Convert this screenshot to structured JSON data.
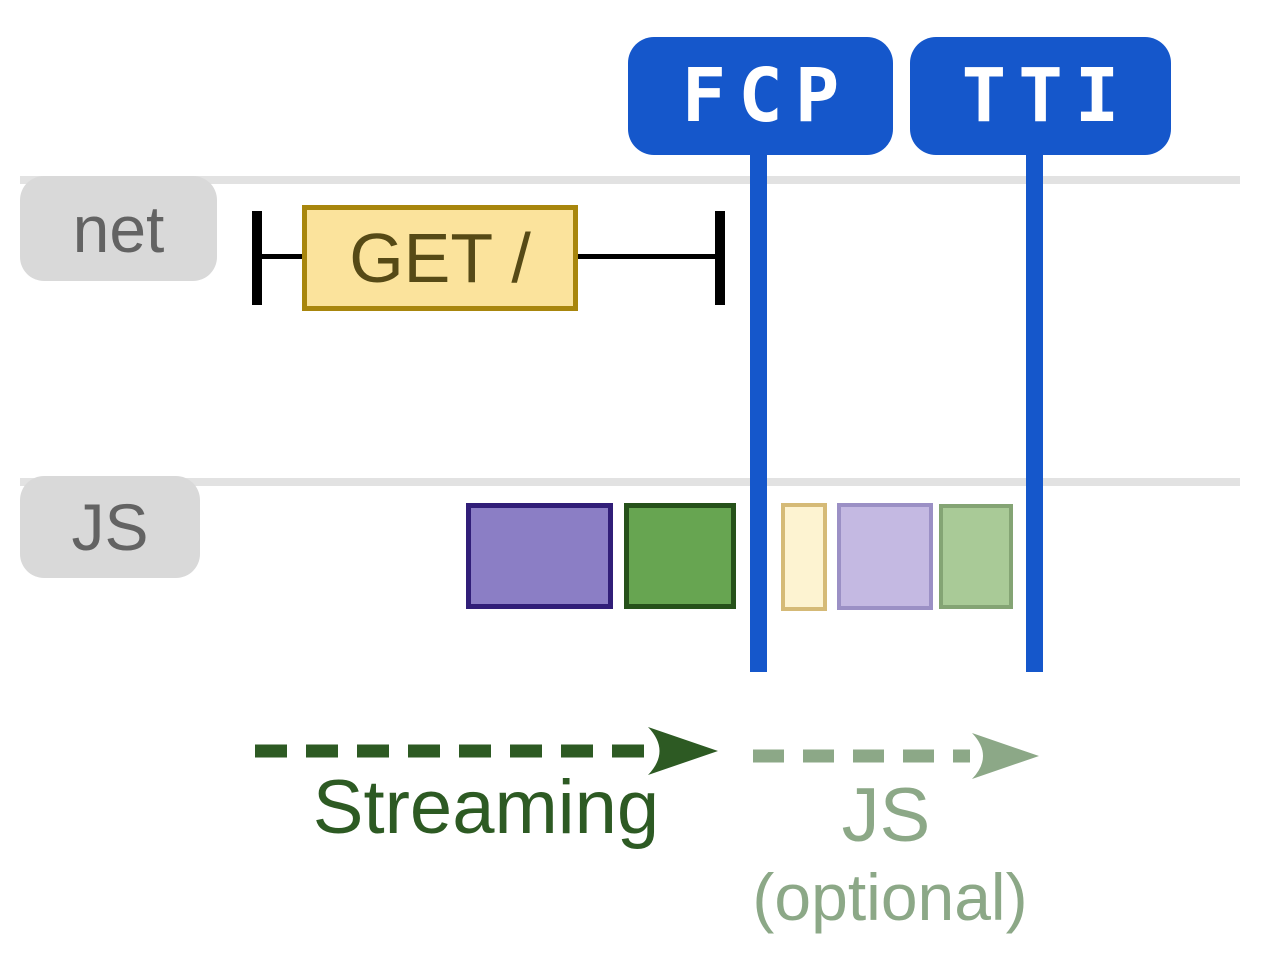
{
  "markers": [
    {
      "label": "FCP",
      "color": "#1557cb"
    },
    {
      "label": "TTI",
      "color": "#1557cb"
    }
  ],
  "lanes": [
    {
      "label": "net"
    },
    {
      "label": "JS"
    }
  ],
  "net_request": {
    "label": "GET /",
    "fill": "#fbe39c",
    "border": "#a8860d",
    "text_color": "#564a16",
    "duration_line_color": "#000000"
  },
  "js_tasks": [
    {
      "name": "task-purple",
      "fill": "#8b7ec5",
      "border": "#311e78"
    },
    {
      "name": "task-green",
      "fill": "#67a551",
      "border": "#26511a"
    },
    {
      "name": "task-yellow-faded",
      "fill": "#fdf3d1",
      "border": "#d5ba77"
    },
    {
      "name": "task-purple-faded",
      "fill": "#c4b9e2",
      "border": "#9b90c5"
    },
    {
      "name": "task-green-faded",
      "fill": "#a9ca97",
      "border": "#84a474"
    }
  ],
  "arrows": [
    {
      "label": "Streaming",
      "color": "#2d5a23"
    },
    {
      "label": "JS",
      "sublabel": "(optional)",
      "color": "#8ca887"
    }
  ],
  "colors": {
    "lane_line": "#e2e2e2",
    "lane_label_bg": "#d9d9d9",
    "lane_label_text": "#636363"
  }
}
